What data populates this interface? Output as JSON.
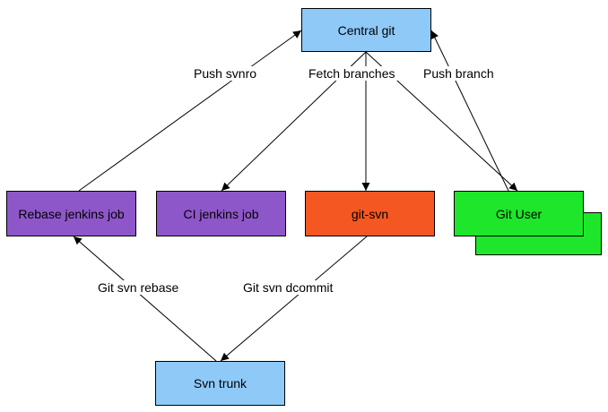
{
  "colors": {
    "blue": "#8fc9f7",
    "purple": "#8e57c9",
    "orange": "#f45722",
    "green": "#1ee62a",
    "line": "#000000"
  },
  "nodes": {
    "central_git": "Central git",
    "rebase_jenkins_job": "Rebase jenkins job",
    "ci_jenkins_job": "CI jenkins job",
    "git_svn": "git-svn",
    "git_user": "Git User",
    "svn_trunk": "Svn trunk"
  },
  "edges": {
    "push_svnro": "Push svnro",
    "fetch_branches": "Fetch branches",
    "push_branch": "Push branch",
    "git_svn_rebase": "Git svn rebase",
    "git_svn_dcommit": "Git svn dcommit"
  }
}
